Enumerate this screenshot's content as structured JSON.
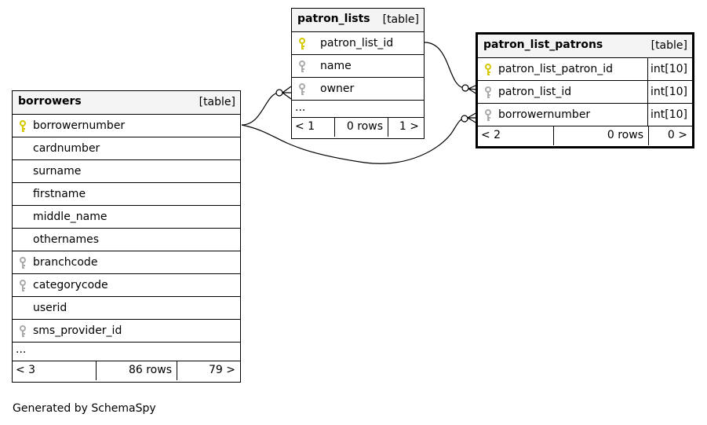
{
  "tables": {
    "borrowers": {
      "name": "borrowers",
      "kind": "[table]",
      "columns": [
        {
          "name": "borrowernumber",
          "key": "primary"
        },
        {
          "name": "cardnumber",
          "key": "none"
        },
        {
          "name": "surname",
          "key": "none"
        },
        {
          "name": "firstname",
          "key": "none"
        },
        {
          "name": "middle_name",
          "key": "none"
        },
        {
          "name": "othernames",
          "key": "none"
        },
        {
          "name": "branchcode",
          "key": "foreign"
        },
        {
          "name": "categorycode",
          "key": "foreign"
        },
        {
          "name": "userid",
          "key": "none"
        },
        {
          "name": "sms_provider_id",
          "key": "foreign"
        }
      ],
      "more": "...",
      "footer": {
        "parents": "< 3",
        "rows": "86 rows",
        "children": "79 >"
      }
    },
    "patron_lists": {
      "name": "patron_lists",
      "kind": "[table]",
      "columns": [
        {
          "name": "patron_list_id",
          "key": "primary"
        },
        {
          "name": "name",
          "key": "foreign"
        },
        {
          "name": "owner",
          "key": "foreign"
        }
      ],
      "more": "...",
      "footer": {
        "parents": "< 1",
        "rows": "0 rows",
        "children": "1 >"
      }
    },
    "patron_list_patrons": {
      "name": "patron_list_patrons",
      "kind": "[table]",
      "columns": [
        {
          "name": "patron_list_patron_id",
          "key": "primary",
          "type": "int[10]"
        },
        {
          "name": "patron_list_id",
          "key": "foreign",
          "type": "int[10]"
        },
        {
          "name": "borrowernumber",
          "key": "foreign",
          "type": "int[10]"
        }
      ],
      "footer": {
        "parents": "< 2",
        "rows": "0 rows",
        "children": "0 >"
      }
    }
  },
  "generated_by": "Generated by SchemaSpy",
  "colors": {
    "primary_key": "#d4c800",
    "foreign_key": "#aaaaaa",
    "header_bg": "#f4f4f4"
  }
}
